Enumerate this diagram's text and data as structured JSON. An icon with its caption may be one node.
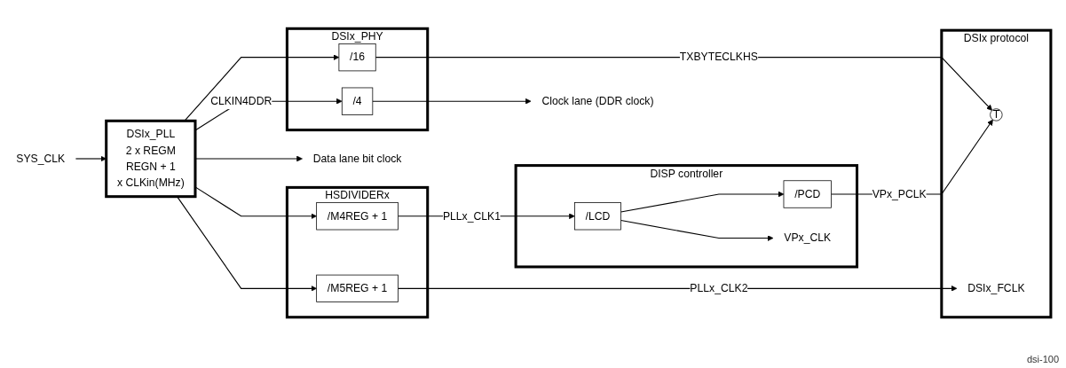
{
  "diagram": {
    "nodes": [
      {
        "text": [
          "DSIx_PLL",
          "2 x REGM",
          "REGN + 1",
          "x CLKin(MHz)"
        ]
      },
      {
        "text": [
          "SYS_CLK"
        ]
      },
      {
        "text": [
          "HSDIVIDERx"
        ]
      },
      {
        "text": [
          "/M4REG + 1"
        ],
        "in": 2
      },
      {
        "text": [
          "/M5REG + 1"
        ],
        "in": 2
      },
      {
        "text": [
          "DISP controller"
        ]
      },
      {
        "text": [
          "/LCD"
        ],
        "in": 5
      },
      {
        "text": [
          "/PCD"
        ],
        "in": 5
      },
      {
        "text": [
          "VPx_CLK"
        ],
        "in": 5
      },
      {
        "text": [
          "DSIx protocol"
        ]
      },
      {
        "text": [
          "T"
        ],
        "in": 9
      },
      {
        "text": [
          "DSIx_FCLK"
        ],
        "in": 9
      },
      {
        "text": [
          "DSIx_PHY"
        ]
      },
      {
        "text": [
          "/16"
        ],
        "in": 12
      },
      {
        "text": [
          "/4"
        ],
        "in": 12
      },
      {
        "text": [
          "Data lane bit clock"
        ]
      },
      {
        "text": [
          "Clock lane (DDR clock)"
        ]
      }
    ],
    "edges": [
      {
        "from": 1,
        "to": 0,
        "arrow": "to"
      },
      {
        "from": 0,
        "to": 3,
        "arrow": "to"
      },
      {
        "from": 0,
        "to": 4,
        "arrow": "to"
      },
      {
        "from": 3,
        "to": 6,
        "label": "PLLx_CLK1",
        "arrow": "to"
      },
      {
        "from": 4,
        "to": 11,
        "label": "PLLx_CLK2",
        "arrow": "to"
      },
      {
        "from": 6,
        "to": 7,
        "arrow": "to"
      },
      {
        "from": 6,
        "to": 8,
        "arrow": "to"
      },
      {
        "from": 7,
        "to": 10,
        "label": "VPx_PCLK",
        "arrow": "to"
      },
      {
        "from": 0,
        "to": 14,
        "label": "CLKIN4DDR",
        "arrow": "to"
      },
      {
        "from": 0,
        "to": 15,
        "arrow": "to"
      },
      {
        "from": 0,
        "to": 13,
        "arrow": "to"
      },
      {
        "from": 13,
        "to": 10,
        "label": "TXBYTECLKHS",
        "arrow": "to"
      },
      {
        "from": 14,
        "to": 16,
        "arrow": "to"
      }
    ],
    "labels": [
      "dsi-100"
    ]
  }
}
